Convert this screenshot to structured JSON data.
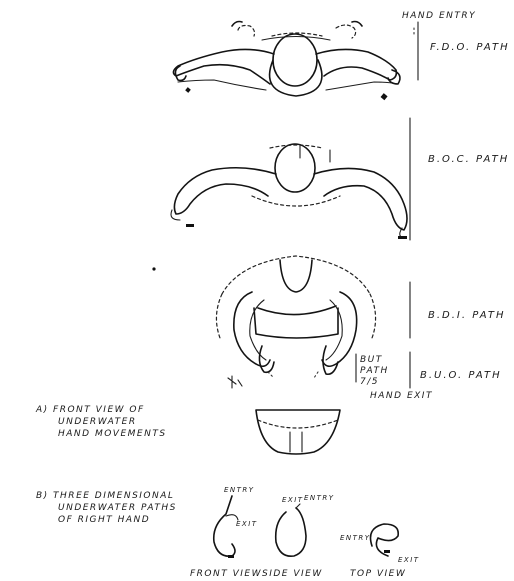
{
  "labels": {
    "hand_entry": "HAND ENTRY",
    "fdo_path": "F.D.O. PATH",
    "boc_path": "B.O.C. PATH",
    "bdi_path": "B.D.I. PATH",
    "but_path_line1": "BUT",
    "but_path_line2": "PATH",
    "but_path_line3": "7/5",
    "buo_path": "B.U.O. PATH",
    "hand_exit": "HAND EXIT",
    "caption_a_line1": "a) FRONT VIEW OF",
    "caption_a_line2": "UNDERWATER",
    "caption_a_line3": "HAND MOVEMENTS",
    "caption_b_line1": "b) THREE DIMENSIONAL",
    "caption_b_line2": "UNDERWATER PATHS",
    "caption_b_line3": "OF RIGHT HAND",
    "front_view": "FRONT VIEW",
    "side_view": "SIDE VIEW",
    "top_view": "TOP VIEW",
    "entry_1": "ENTRY",
    "exit_1": "EXIT",
    "entry_2": "ENTRY",
    "exit_2": "EXIT",
    "entry_3": "ENTRY",
    "exit_3": "EXIT"
  }
}
